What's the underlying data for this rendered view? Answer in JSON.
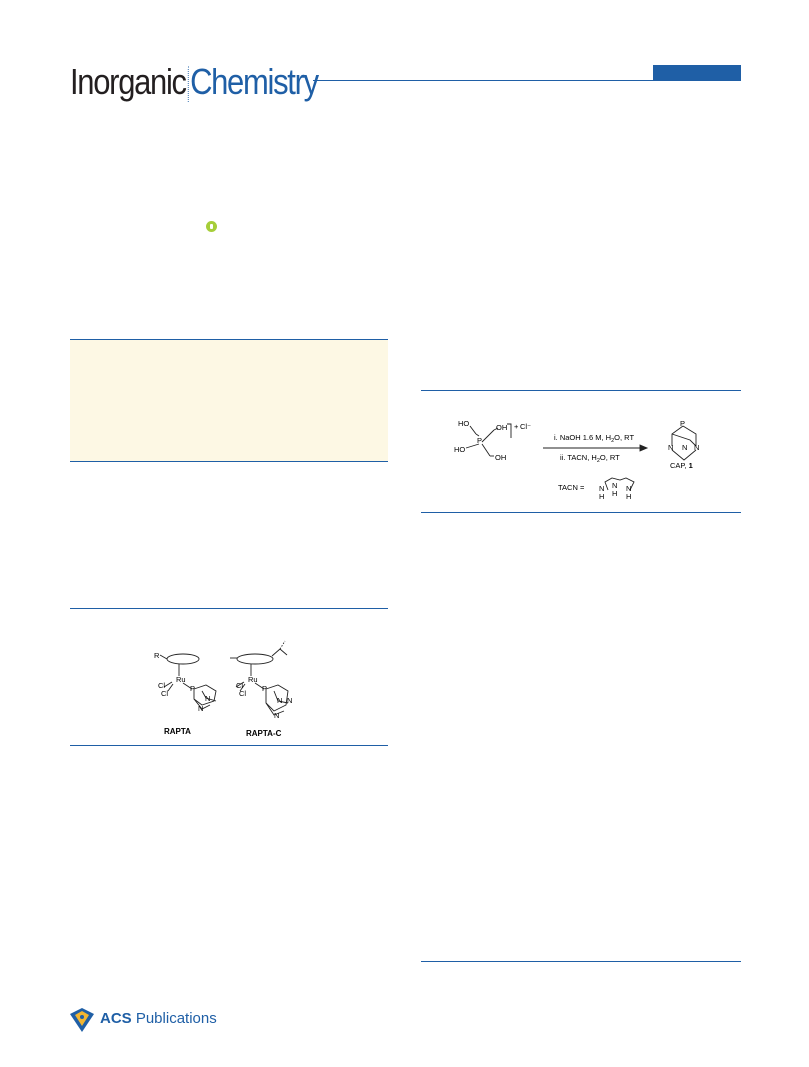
{
  "header": {
    "journal_part1": "Inorganic",
    "journal_part2": "Chemistry"
  },
  "figure1": {
    "substituent": "R",
    "metal": "Ru",
    "cl": "Cl",
    "phosphorus": "P",
    "nitrogen": "N",
    "label_left": "RAPTA",
    "label_right": "RAPTA-C"
  },
  "scheme1": {
    "ho": "HO",
    "oh": "OH",
    "p": "P",
    "charge": "+",
    "counterion": "Cl⁻",
    "step1_prefix": "i. NaOH 1.6 M, H",
    "step1_suffix": "O, RT",
    "step2_prefix": "ii. TACN, H",
    "step2_suffix": "O, RT",
    "subscript_2": "2",
    "product_label": "CAP, ",
    "product_number": "1",
    "tacn_label": "TACN =",
    "n": "N",
    "h": "H"
  },
  "footer": {
    "publisher_prefix": "ACS",
    "publisher_suffix": " Publications"
  },
  "colors": {
    "brand_blue": "#1f5fa6",
    "abstract_bg": "#fdf8e4",
    "orcid_green": "#a6ce39"
  }
}
